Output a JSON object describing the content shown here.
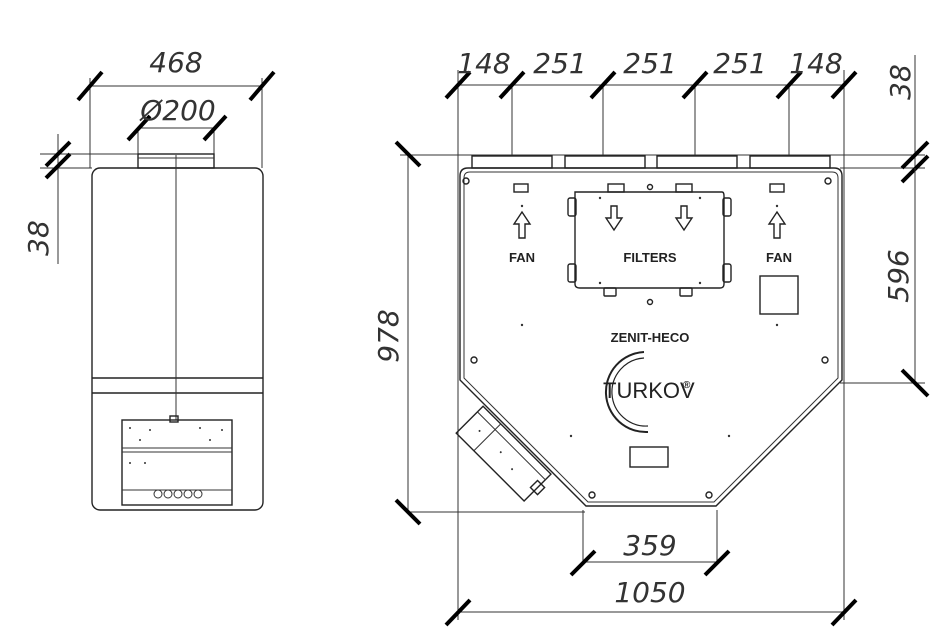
{
  "left_view": {
    "width_dim": "468",
    "diameter_dim": "Ø200",
    "height_dim": "38"
  },
  "right_view": {
    "top_dims": [
      "148",
      "251",
      "251",
      "251",
      "148"
    ],
    "top_right_dim": "38",
    "height_dim": "978",
    "side_dim": "596",
    "bottom_inner_dim": "359",
    "bottom_total_dim": "1050",
    "fan_labels": [
      "FAN",
      "FAN"
    ],
    "filters_label": "FILTERS",
    "model_label": "ZENIT-HECO",
    "brand_label": "TURKOV",
    "brand_mark": "®"
  }
}
